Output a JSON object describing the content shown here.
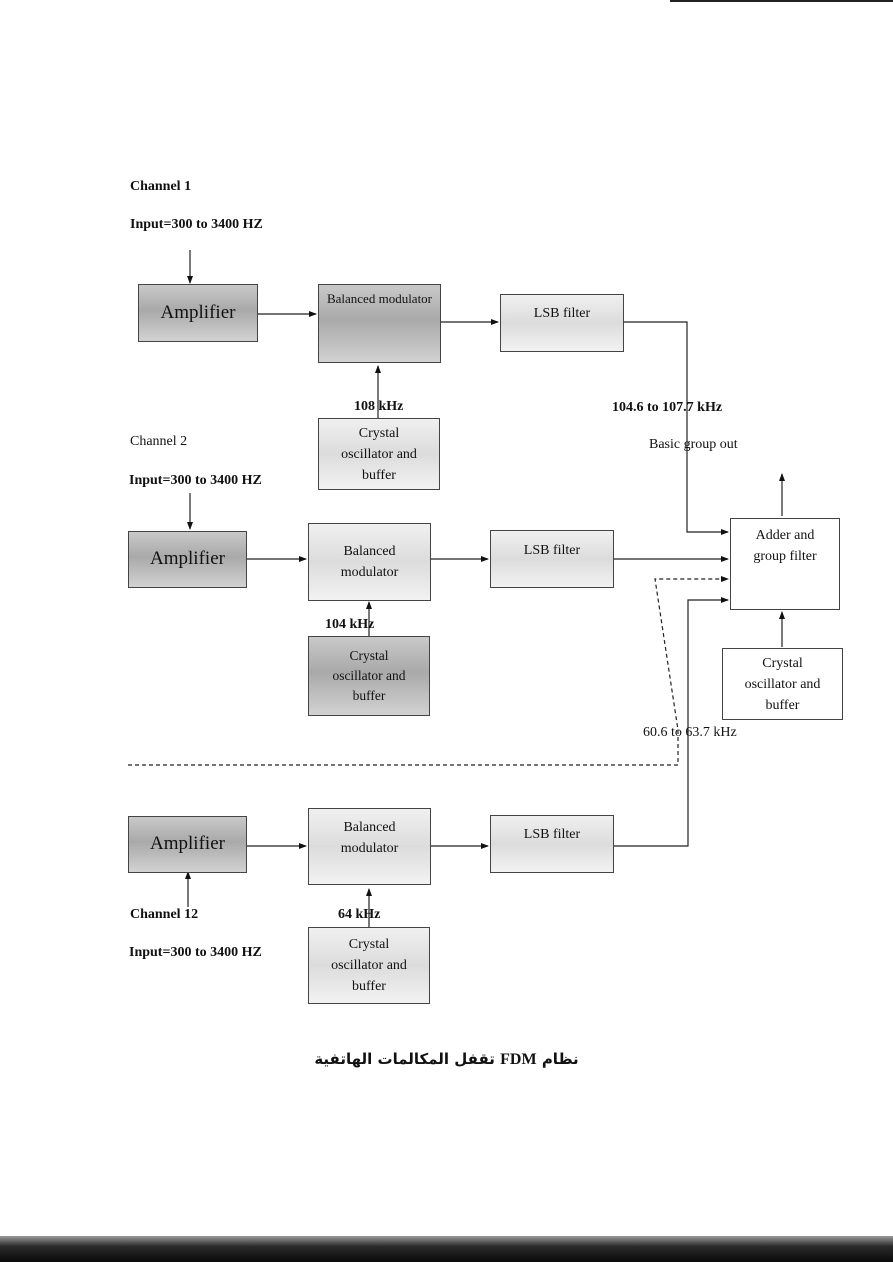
{
  "channel1": {
    "title": "Channel 1",
    "input": "Input=300 to 3400 HZ",
    "amplifier": "Amplifier",
    "modulator": "Balanced modulator",
    "filter": "LSB filter",
    "carrier": "108 kHz",
    "oscillator": "Crystal oscillator and buffer",
    "band": "104.6 to 107.7 kHz"
  },
  "channel2": {
    "title": "Channel 2",
    "input": "Input=300 to 3400 HZ",
    "amplifier": "Amplifier",
    "modulator": "Balanced modulator",
    "filter": "LSB filter",
    "carrier": "104 kHz",
    "oscillator": "Crystal oscillator and buffer"
  },
  "channel12": {
    "title": "Channel 12",
    "input": "Input=300 to 3400 HZ",
    "amplifier": "Amplifier",
    "modulator": "Balanced modulator",
    "filter": "LSB filter",
    "carrier": "64 kHz",
    "oscillator": "Crystal oscillator and buffer"
  },
  "group": {
    "adder": "Adder and group filter",
    "oscillator": "Crystal oscillator and buffer",
    "output_label": "Basic group out",
    "band_label": "60.6 to 63.7 kHz"
  },
  "caption": {
    "arabic_before": "نظام",
    "latin": "FDM",
    "arabic_after": "تقفل المكالمات الهاتفية"
  }
}
